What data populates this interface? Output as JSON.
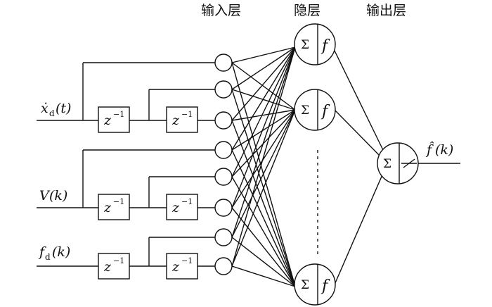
{
  "headers": {
    "input": "输入层",
    "hidden": "隐层",
    "output": "输出层"
  },
  "inputs": [
    {
      "main": "ẋ",
      "sub": "d",
      "arg": "(t)"
    },
    {
      "main": "V",
      "sub": "",
      "arg": "(k)"
    },
    {
      "main": "f",
      "sub": "d",
      "arg": "(k)"
    }
  ],
  "delay": {
    "base": "z",
    "exp": "−1"
  },
  "node_sum": "Σ",
  "node_fn": "f",
  "output": {
    "main": "f̂",
    "arg": "(k)"
  }
}
